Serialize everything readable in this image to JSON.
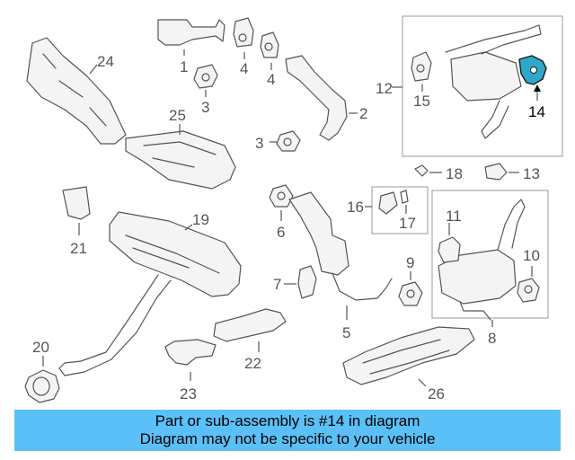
{
  "colors": {
    "banner": "#5bc0f8",
    "highlight": "#2ea7c8",
    "line": "#555555"
  },
  "callouts": {
    "c1": "1",
    "c2": "2",
    "c3a": "3",
    "c3b": "3",
    "c4a": "4",
    "c4b": "4",
    "c5": "5",
    "c6": "6",
    "c7": "7",
    "c8": "8",
    "c9": "9",
    "c10": "10",
    "c11": "11",
    "c12": "12",
    "c13": "13",
    "c14": "14",
    "c15": "15",
    "c16": "16",
    "c17": "17",
    "c18": "18",
    "c19": "19",
    "c20": "20",
    "c21": "21",
    "c22": "22",
    "c23": "23",
    "c24": "24",
    "c25": "25",
    "c26": "26"
  },
  "highlighted_part": "14",
  "banner": {
    "line1": "Part or sub-assembly is #14 in diagram",
    "line2": "Diagram may not be specific to your vehicle"
  }
}
